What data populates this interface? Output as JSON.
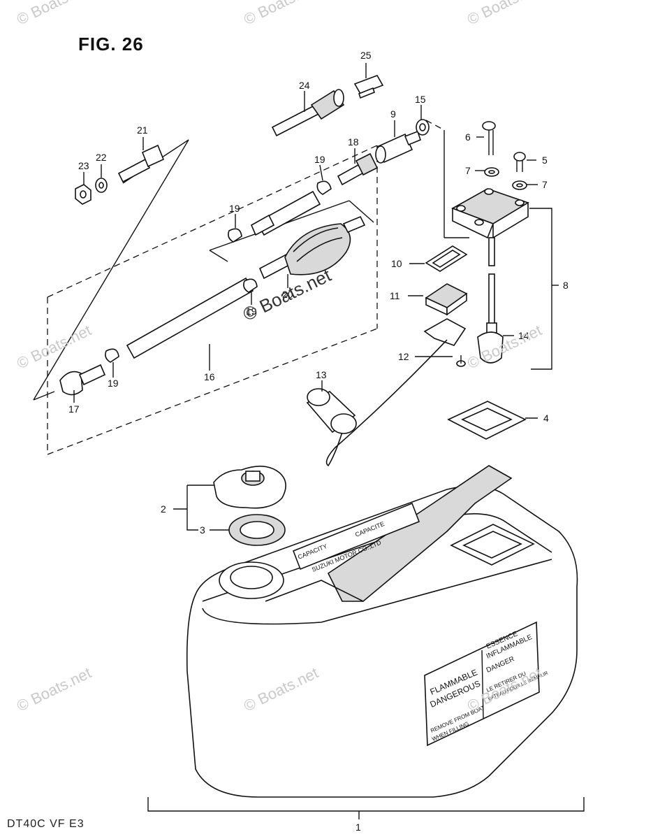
{
  "figure": {
    "title": "FIG. 26",
    "model_code": "DT40C VF E3"
  },
  "watermark": {
    "main": "© Boats.net",
    "tile": "© Boats.net"
  },
  "callouts": [
    {
      "id": "c1",
      "text": "1"
    },
    {
      "id": "c2",
      "text": "2"
    },
    {
      "id": "c3",
      "text": "3"
    },
    {
      "id": "c4",
      "text": "4"
    },
    {
      "id": "c5",
      "text": "5"
    },
    {
      "id": "c6",
      "text": "6"
    },
    {
      "id": "c7a",
      "text": "7"
    },
    {
      "id": "c7b",
      "text": "7"
    },
    {
      "id": "c8",
      "text": "8"
    },
    {
      "id": "c9",
      "text": "9"
    },
    {
      "id": "c10",
      "text": "10"
    },
    {
      "id": "c11",
      "text": "11"
    },
    {
      "id": "c12",
      "text": "12"
    },
    {
      "id": "c13",
      "text": "13"
    },
    {
      "id": "c14",
      "text": "14"
    },
    {
      "id": "c15",
      "text": "15"
    },
    {
      "id": "c16",
      "text": "16"
    },
    {
      "id": "c17",
      "text": "17"
    },
    {
      "id": "c18",
      "text": "18"
    },
    {
      "id": "c19a",
      "text": "19"
    },
    {
      "id": "c19b",
      "text": "19"
    },
    {
      "id": "c19c",
      "text": "19"
    },
    {
      "id": "c19d",
      "text": "19"
    },
    {
      "id": "c20",
      "text": "20"
    },
    {
      "id": "c21",
      "text": "21"
    },
    {
      "id": "c22",
      "text": "22"
    },
    {
      "id": "c23",
      "text": "23"
    },
    {
      "id": "c24",
      "text": "24"
    },
    {
      "id": "c25",
      "text": "25"
    }
  ],
  "tank_labels": {
    "capacity_left": "CAPACITY",
    "capacity_right": "CAPACITE",
    "maker": "SUZUKI MOTOR CO.,LTD",
    "warn_en_1": "FLAMMABLE",
    "warn_en_2": "DANGEROUS",
    "warn_en_3": "REMOVE FROM BOAT",
    "warn_en_4": "WHEN FILLING",
    "warn_fr_1": "ESSENCE",
    "warn_fr_2": "INFLAMMABLE",
    "warn_fr_3": "DANGER",
    "warn_fr_4": "LE RETIRER DU",
    "warn_fr_5": "BATEAU POUR LE REMPLIR"
  }
}
